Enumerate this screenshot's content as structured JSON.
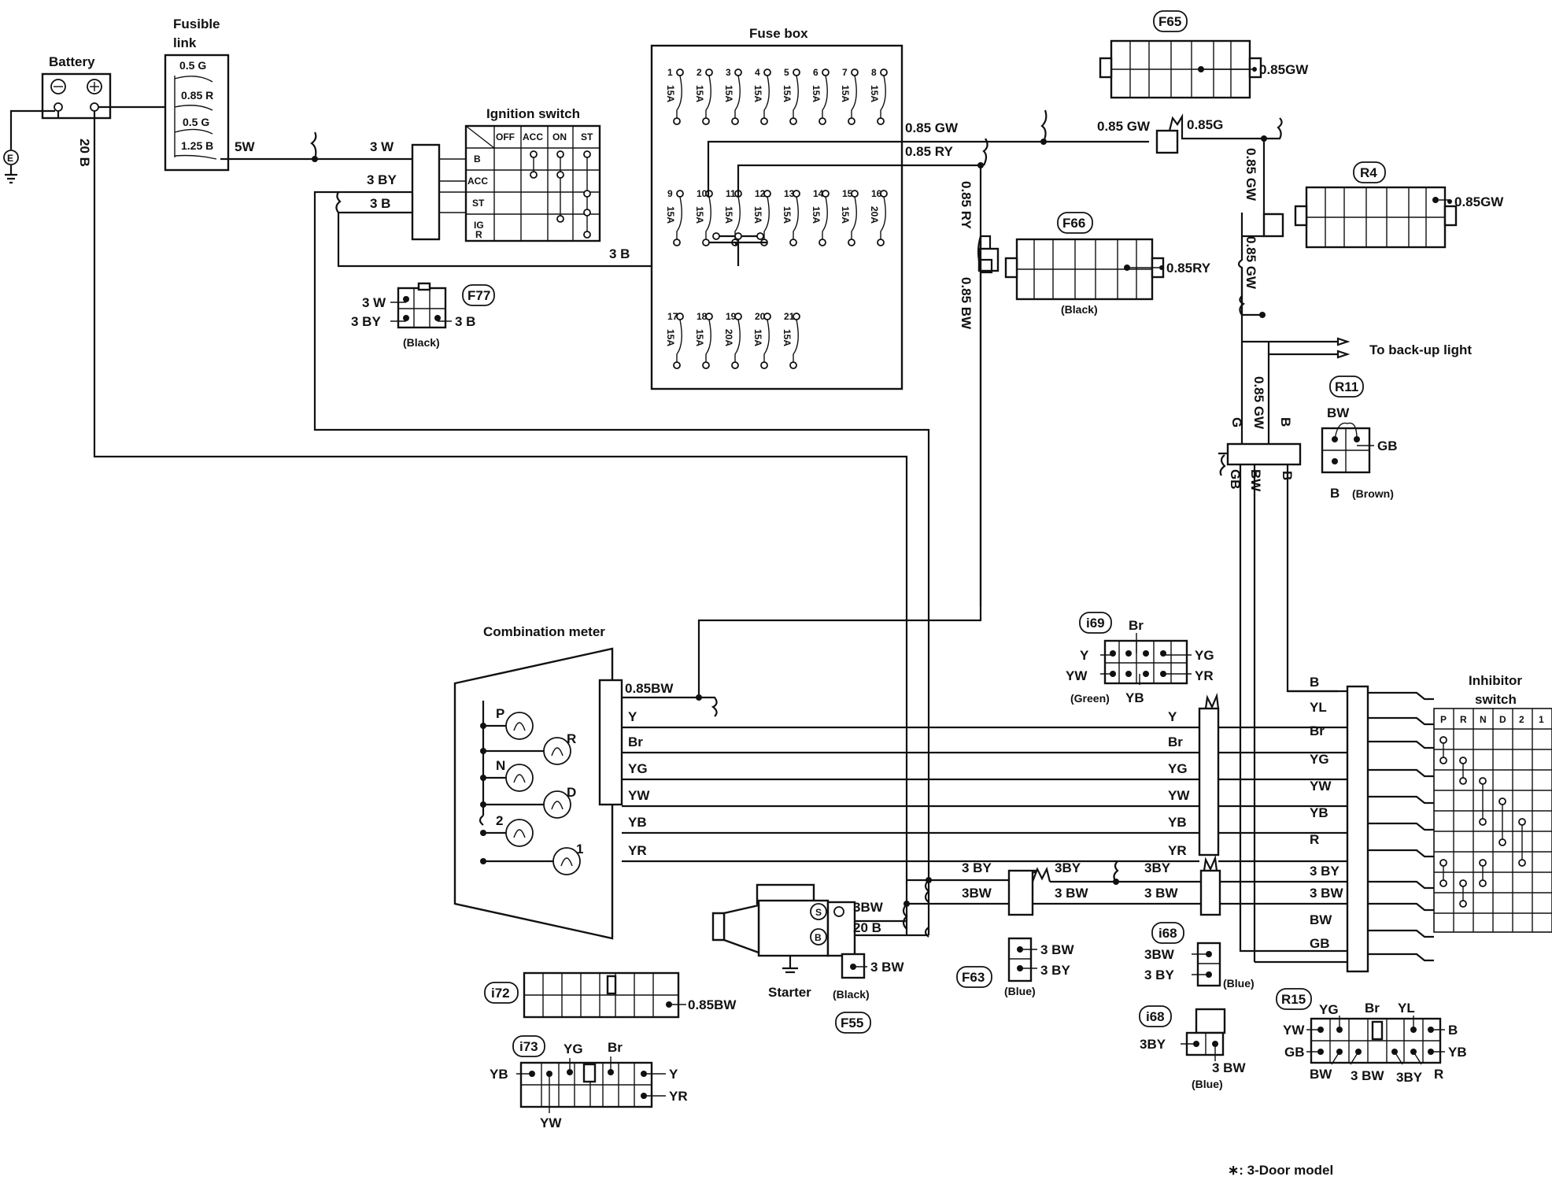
{
  "components": {
    "battery": "Battery",
    "battery_cable": "20 B",
    "ground": "E",
    "fusible_link": "Fusible\nlink",
    "fusible_link_entries": [
      "0.5 G",
      "0.85 R",
      "0.5 G",
      "1.25 B"
    ],
    "fusible_out": "5W",
    "ignition_switch": "Ignition switch",
    "ign_header": [
      "OFF",
      "ACC",
      "ON",
      "ST"
    ],
    "ign_rows": [
      "B",
      "ACC",
      "ST",
      "IG",
      "R"
    ],
    "fuse_box": "Fuse box",
    "combination_meter": "Combination meter",
    "starter": "Starter",
    "inhibitor_switch": "Inhibitor\nswitch",
    "inhibitor_positions": [
      "P",
      "R",
      "N",
      "D",
      "2",
      "1"
    ],
    "to_backup": "To back-up light",
    "footnote": "∗: 3-Door model"
  },
  "fuses": {
    "row1": [
      [
        "1",
        "15A"
      ],
      [
        "2",
        "15A"
      ],
      [
        "3",
        "15A"
      ],
      [
        "4",
        "15A"
      ],
      [
        "5",
        "15A"
      ],
      [
        "6",
        "15A"
      ],
      [
        "7",
        "15A"
      ],
      [
        "8",
        "15A"
      ]
    ],
    "row2": [
      [
        "9",
        "15A"
      ],
      [
        "10",
        "15A"
      ],
      [
        "11",
        "15A"
      ],
      [
        "12",
        "15A"
      ],
      [
        "13",
        "15A"
      ],
      [
        "14",
        "15A"
      ],
      [
        "15",
        "15A"
      ],
      [
        "16",
        "20A"
      ]
    ],
    "row3": [
      [
        "17",
        "15A"
      ],
      [
        "18",
        "15A"
      ],
      [
        "19",
        "20A"
      ],
      [
        "20",
        "15A"
      ],
      [
        "21",
        "15A"
      ]
    ]
  },
  "meter_lamps": [
    "P",
    "R",
    "N",
    "D",
    "2",
    "1"
  ],
  "wires": {
    "w3w": "3 W",
    "w3by": "3 BY",
    "w3b": "3 B",
    "w3b_lower": "3 B",
    "gw_top": "0.85 GW",
    "ry_top": "0.85 RY",
    "gw_mid": "0.85 GW",
    "g_mid": "0.85G",
    "ry_vert": "0.85 RY",
    "bw_vert": "0.85 BW",
    "gw_vert_top": "0.85 GW",
    "gw_vert_bot": "0.85 GW",
    "gw_vert_low": "0.85 GW",
    "g_low": "G",
    "b_low": "B",
    "gb_low": "GB",
    "bw_low": "BW",
    "b_low2": "B",
    "meter_bw": "0.85BW",
    "meter_wires": [
      "Y",
      "Br",
      "YG",
      "YW",
      "YB",
      "YR"
    ],
    "mid_wires": [
      "Y",
      "Br",
      "YG",
      "YW",
      "YB",
      "YR"
    ],
    "inhib_wires": [
      "B",
      "YL",
      "Br",
      "YG",
      "YW",
      "YB",
      "R",
      "3 BY",
      "3 BW",
      "BW",
      "GB"
    ],
    "by_row": [
      "3 BY",
      "3BY",
      "3BY"
    ],
    "bw_row": [
      "3BW",
      "3 BW",
      "3 BW"
    ],
    "starter_s": "3BW",
    "starter_b": "20 B"
  },
  "connectors": {
    "F65": {
      "id": "F65",
      "wire": "0.85GW"
    },
    "R4": {
      "id": "R4",
      "wire": "0.85GW"
    },
    "F66": {
      "id": "F66",
      "wire": "0.85RY",
      "color": "(Black)"
    },
    "F77": {
      "id": "F77",
      "left": [
        "3 W",
        "3 BY"
      ],
      "right": "3 B",
      "color": "(Black)"
    },
    "R11": {
      "id": "R11",
      "pins": [
        "BW",
        "GB",
        "B"
      ],
      "color": "(Brown)"
    },
    "i69": {
      "id": "i69",
      "pins": [
        "Br",
        "Y",
        "YG",
        "YW",
        "YR",
        "YB"
      ],
      "color": "(Green)"
    },
    "i72": {
      "id": "i72",
      "wire": "0.85BW"
    },
    "i73": {
      "id": "i73",
      "pins": [
        "YB",
        "YG",
        "Br",
        "Y",
        "YR",
        "YW"
      ]
    },
    "F55": {
      "id": "F55",
      "wire": "3 BW",
      "color": "(Black)"
    },
    "F63": {
      "id": "F63",
      "pins": [
        "3 BW",
        "3 BY"
      ],
      "color": "(Blue)"
    },
    "i68a": {
      "id": "i68",
      "pins": [
        "3BW",
        "3 BY"
      ],
      "color": "(Blue)"
    },
    "i68b": {
      "id": "i68",
      "pins": [
        "3BY",
        "3 BW"
      ],
      "color": "(Blue)"
    },
    "R15": {
      "id": "R15",
      "pins": [
        "YG",
        "Br",
        "YL",
        "YW",
        "B",
        "GB",
        "YB",
        "BW",
        "3 BW",
        "3BY",
        "R"
      ]
    }
  }
}
